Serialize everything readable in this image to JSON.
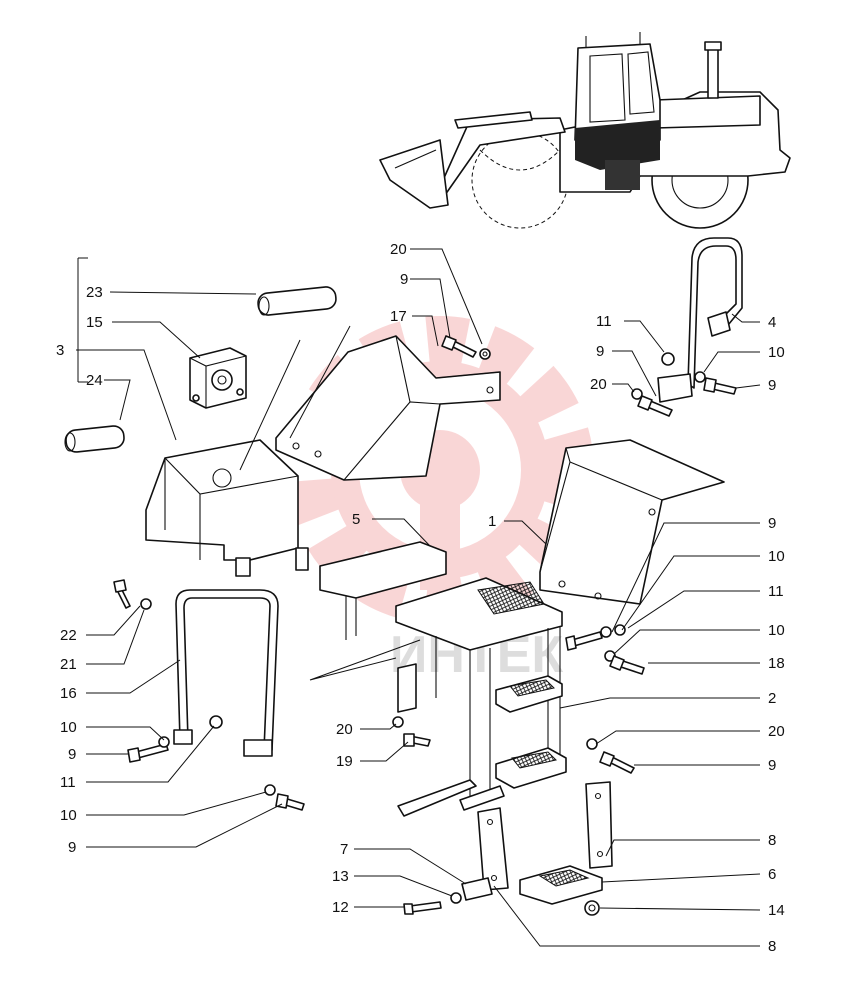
{
  "diagram": {
    "watermark_text": "ИНТЕК",
    "watermark_color": "#e8474a",
    "line_color": "#111111",
    "callouts": [
      {
        "id": "c23",
        "text": "23"
      },
      {
        "id": "c15",
        "text": "15"
      },
      {
        "id": "c3",
        "text": "3"
      },
      {
        "id": "c24",
        "text": "24"
      },
      {
        "id": "c20a",
        "text": "20"
      },
      {
        "id": "c9a",
        "text": "9"
      },
      {
        "id": "c17",
        "text": "17"
      },
      {
        "id": "c11a",
        "text": "11"
      },
      {
        "id": "c4",
        "text": "4"
      },
      {
        "id": "c9b",
        "text": "9"
      },
      {
        "id": "c10a",
        "text": "10"
      },
      {
        "id": "c20b",
        "text": "20"
      },
      {
        "id": "c9c",
        "text": "9"
      },
      {
        "id": "c5",
        "text": "5"
      },
      {
        "id": "c1",
        "text": "1"
      },
      {
        "id": "c9d",
        "text": "9"
      },
      {
        "id": "c10b",
        "text": "10"
      },
      {
        "id": "c11b",
        "text": "11"
      },
      {
        "id": "c10c",
        "text": "10"
      },
      {
        "id": "c18",
        "text": "18"
      },
      {
        "id": "c22",
        "text": "22"
      },
      {
        "id": "c21",
        "text": "21"
      },
      {
        "id": "c16",
        "text": "16"
      },
      {
        "id": "c10d",
        "text": "10"
      },
      {
        "id": "c9e",
        "text": "9"
      },
      {
        "id": "c11c",
        "text": "11"
      },
      {
        "id": "c10e",
        "text": "10"
      },
      {
        "id": "c9f",
        "text": "9"
      },
      {
        "id": "c20c",
        "text": "20"
      },
      {
        "id": "c19",
        "text": "19"
      },
      {
        "id": "c2",
        "text": "2"
      },
      {
        "id": "c20d",
        "text": "20"
      },
      {
        "id": "c9g",
        "text": "9"
      },
      {
        "id": "c7",
        "text": "7"
      },
      {
        "id": "c13",
        "text": "13"
      },
      {
        "id": "c12",
        "text": "12"
      },
      {
        "id": "c8a",
        "text": "8"
      },
      {
        "id": "c6",
        "text": "6"
      },
      {
        "id": "c14",
        "text": "14"
      },
      {
        "id": "c8b",
        "text": "8"
      }
    ]
  }
}
